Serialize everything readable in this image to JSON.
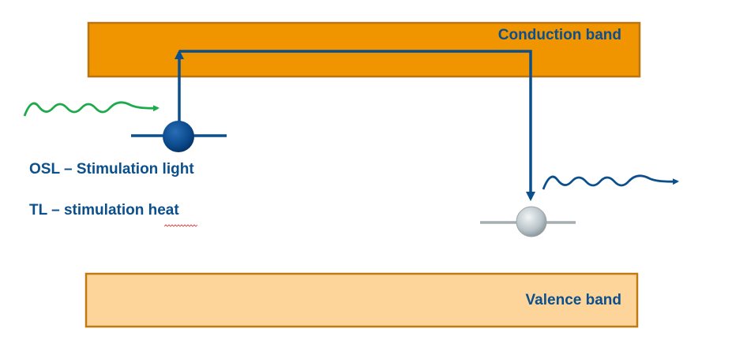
{
  "bands": {
    "conduction": {
      "label": "Conduction band",
      "fill": "#F09400",
      "stroke": "#B97512"
    },
    "valence": {
      "label": "Valence band",
      "fill": "#FDD59A",
      "stroke": "#C07A10"
    }
  },
  "annotations": {
    "osl": "OSL – Stimulation light",
    "tl": "TL – stimulation heat"
  },
  "colors": {
    "electron_path": "#0B4F8C",
    "stimulation_wave": "#1DAA4A",
    "emission_wave": "#0B4F8C",
    "trap_electron": "#0B4F8C",
    "recombination_center": "#B8C3C8"
  }
}
